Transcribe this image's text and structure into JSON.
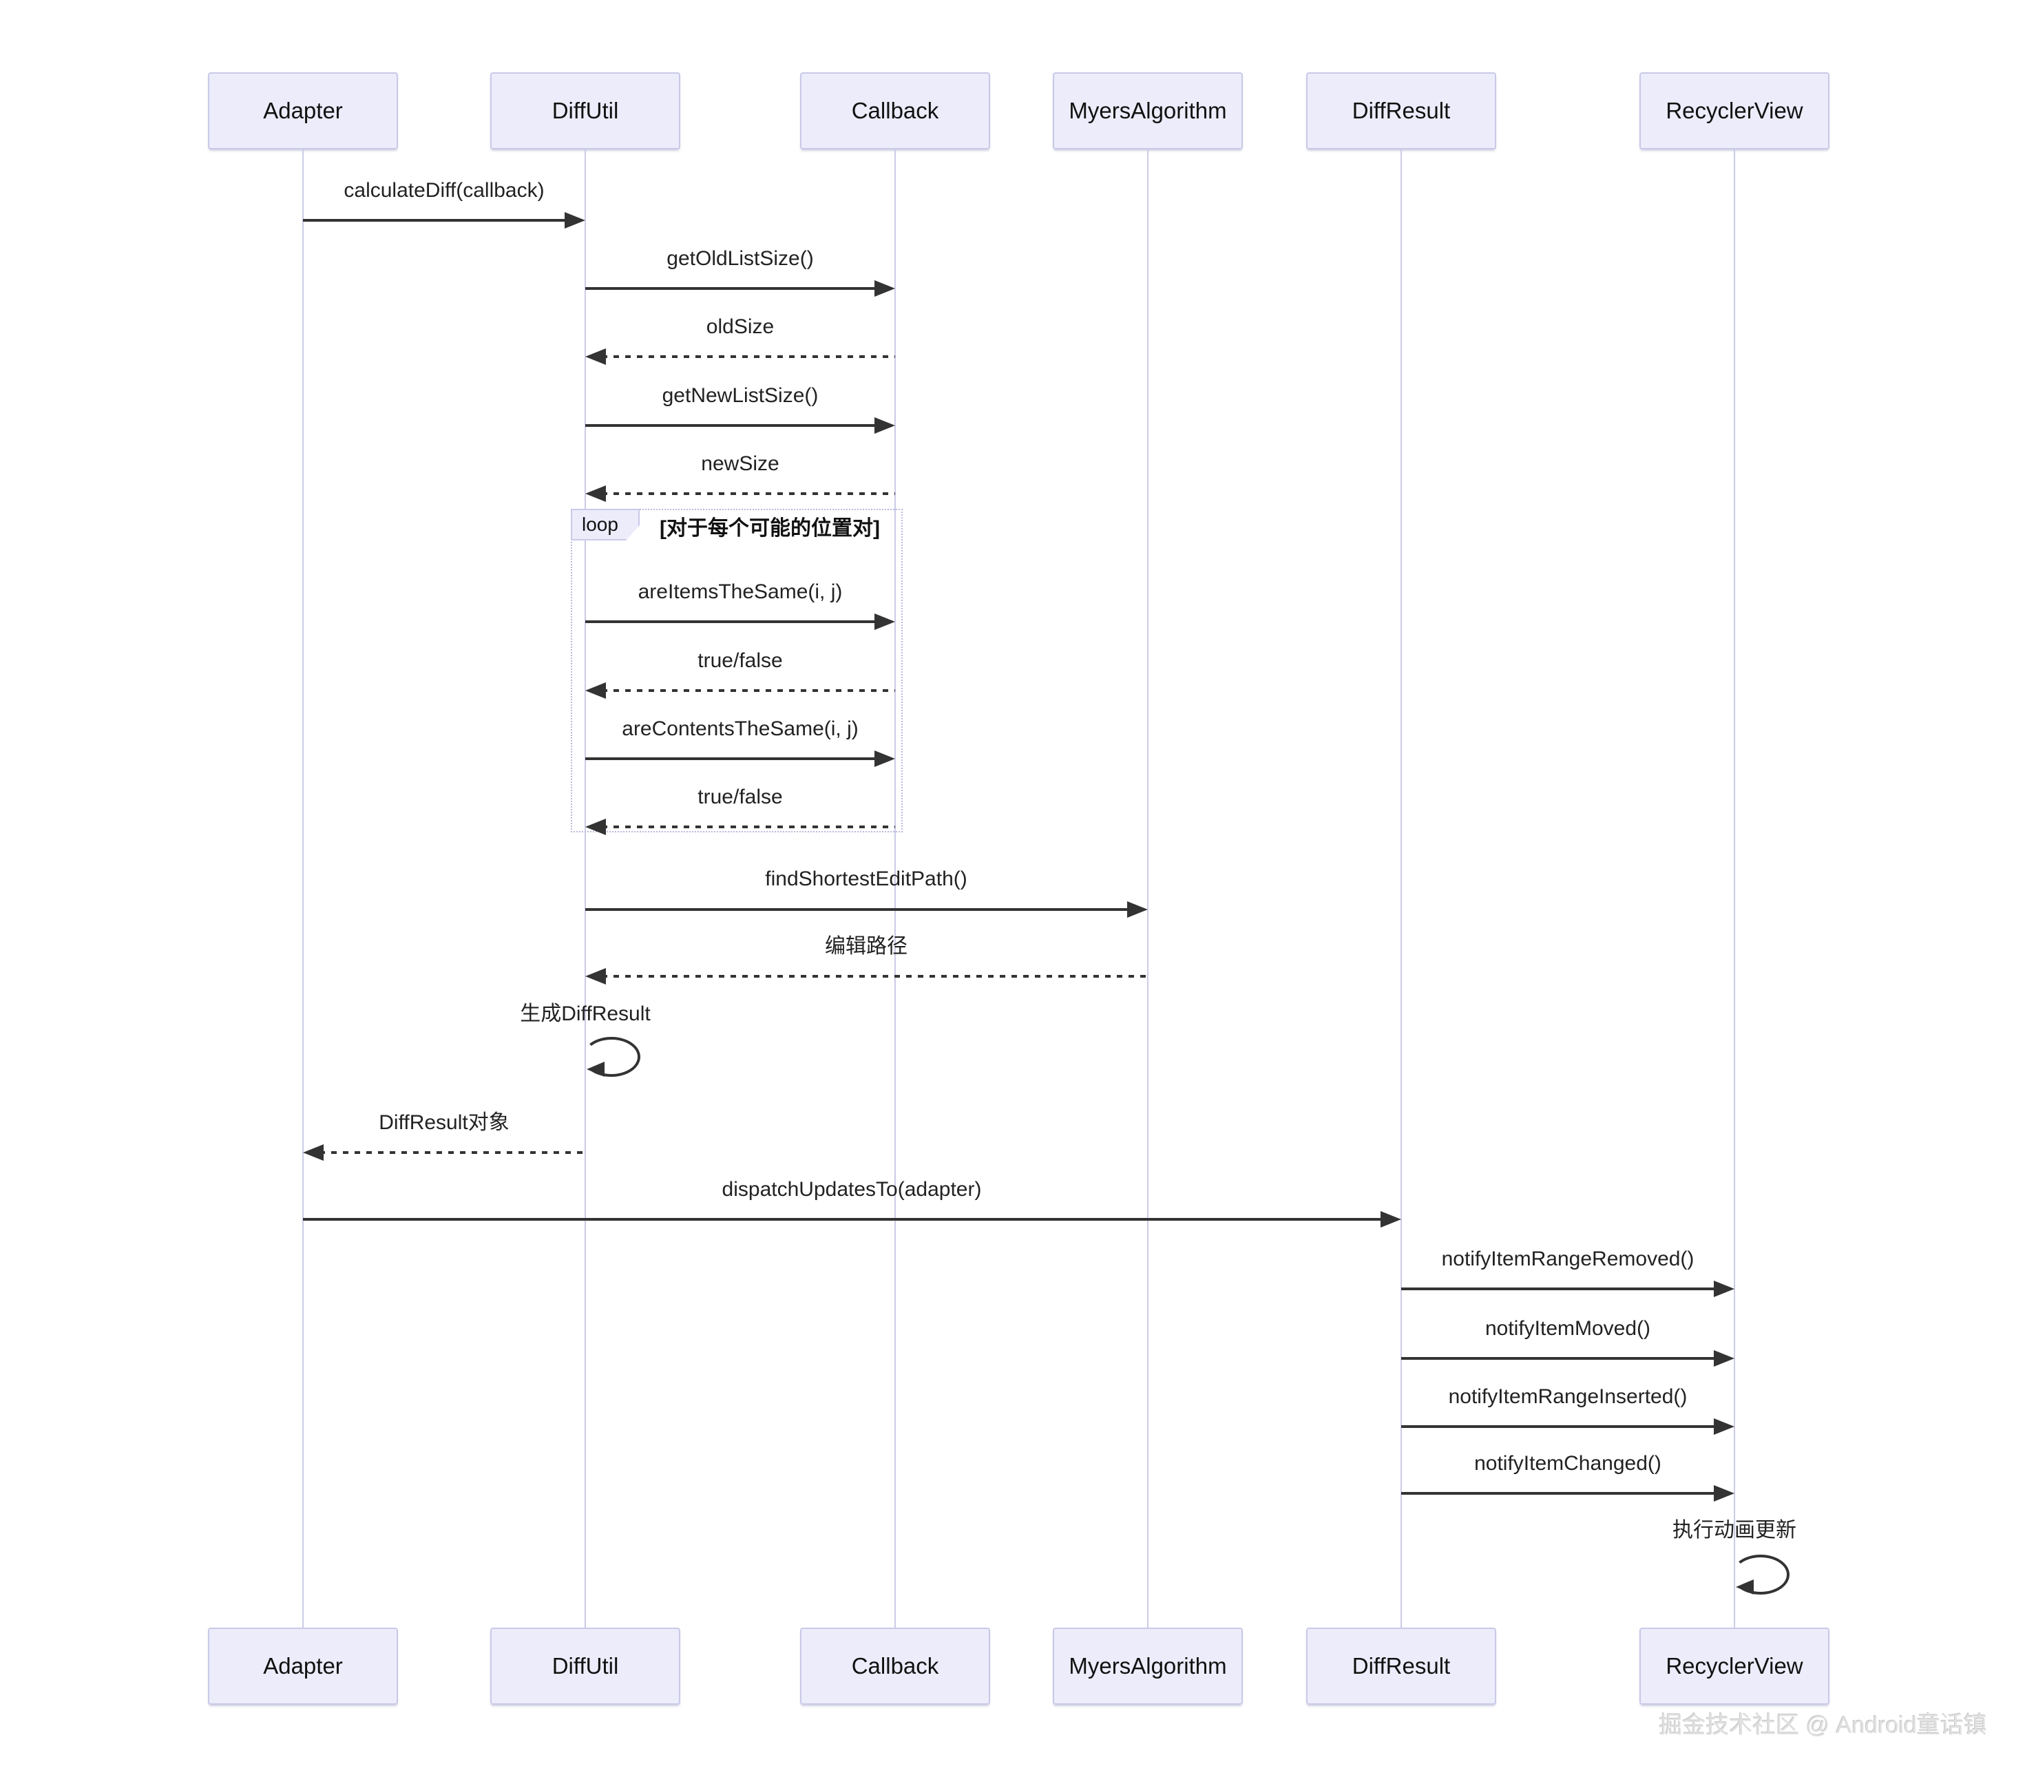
{
  "diagram": {
    "type": "sequence",
    "participants": [
      {
        "id": "adapter",
        "label": "Adapter"
      },
      {
        "id": "diffutil",
        "label": "DiffUtil"
      },
      {
        "id": "callback",
        "label": "Callback"
      },
      {
        "id": "myers",
        "label": "MyersAlgorithm"
      },
      {
        "id": "diffresult",
        "label": "DiffResult"
      },
      {
        "id": "recyclerview",
        "label": "RecyclerView"
      }
    ],
    "messages": [
      {
        "from": "Adapter",
        "to": "DiffUtil",
        "label": "calculateDiff(callback)",
        "line": "solid"
      },
      {
        "from": "DiffUtil",
        "to": "Callback",
        "label": "getOldListSize()",
        "line": "solid"
      },
      {
        "from": "Callback",
        "to": "DiffUtil",
        "label": "oldSize",
        "line": "dashed"
      },
      {
        "from": "DiffUtil",
        "to": "Callback",
        "label": "getNewListSize()",
        "line": "solid"
      },
      {
        "from": "Callback",
        "to": "DiffUtil",
        "label": "newSize",
        "line": "dashed"
      },
      {
        "from": "DiffUtil",
        "to": "Callback",
        "label": "areItemsTheSame(i, j)",
        "line": "solid",
        "in_loop": true
      },
      {
        "from": "Callback",
        "to": "DiffUtil",
        "label": "true/false",
        "line": "dashed",
        "in_loop": true
      },
      {
        "from": "DiffUtil",
        "to": "Callback",
        "label": "areContentsTheSame(i, j)",
        "line": "solid",
        "in_loop": true
      },
      {
        "from": "Callback",
        "to": "DiffUtil",
        "label": "true/false",
        "line": "dashed",
        "in_loop": true
      },
      {
        "from": "DiffUtil",
        "to": "MyersAlgorithm",
        "label": "findShortestEditPath()",
        "line": "solid"
      },
      {
        "from": "MyersAlgorithm",
        "to": "DiffUtil",
        "label": "编辑路径",
        "line": "dashed"
      },
      {
        "from": "DiffUtil",
        "to": "DiffUtil",
        "label": "生成DiffResult",
        "line": "self"
      },
      {
        "from": "DiffUtil",
        "to": "Adapter",
        "label": "DiffResult对象",
        "line": "dashed"
      },
      {
        "from": "Adapter",
        "to": "DiffResult",
        "label": "dispatchUpdatesTo(adapter)",
        "line": "solid"
      },
      {
        "from": "DiffResult",
        "to": "RecyclerView",
        "label": "notifyItemRangeRemoved()",
        "line": "solid"
      },
      {
        "from": "DiffResult",
        "to": "RecyclerView",
        "label": "notifyItemMoved()",
        "line": "solid"
      },
      {
        "from": "DiffResult",
        "to": "RecyclerView",
        "label": "notifyItemRangeInserted()",
        "line": "solid"
      },
      {
        "from": "DiffResult",
        "to": "RecyclerView",
        "label": "notifyItemChanged()",
        "line": "solid"
      },
      {
        "from": "RecyclerView",
        "to": "RecyclerView",
        "label": "执行动画更新",
        "line": "self"
      }
    ],
    "loop": {
      "keyword": "loop",
      "condition": "[对于每个可能的位置对]",
      "message_indices": [
        5,
        6,
        7,
        8
      ]
    },
    "colors": {
      "actor_fill": "#ececfb",
      "actor_border": "#c9c9e8",
      "lifeline": "#cbcbe8",
      "arrow": "#333333",
      "loop_border": "#b9b9de"
    },
    "watermark": "掘金技术社区 @ Android童话镇"
  }
}
